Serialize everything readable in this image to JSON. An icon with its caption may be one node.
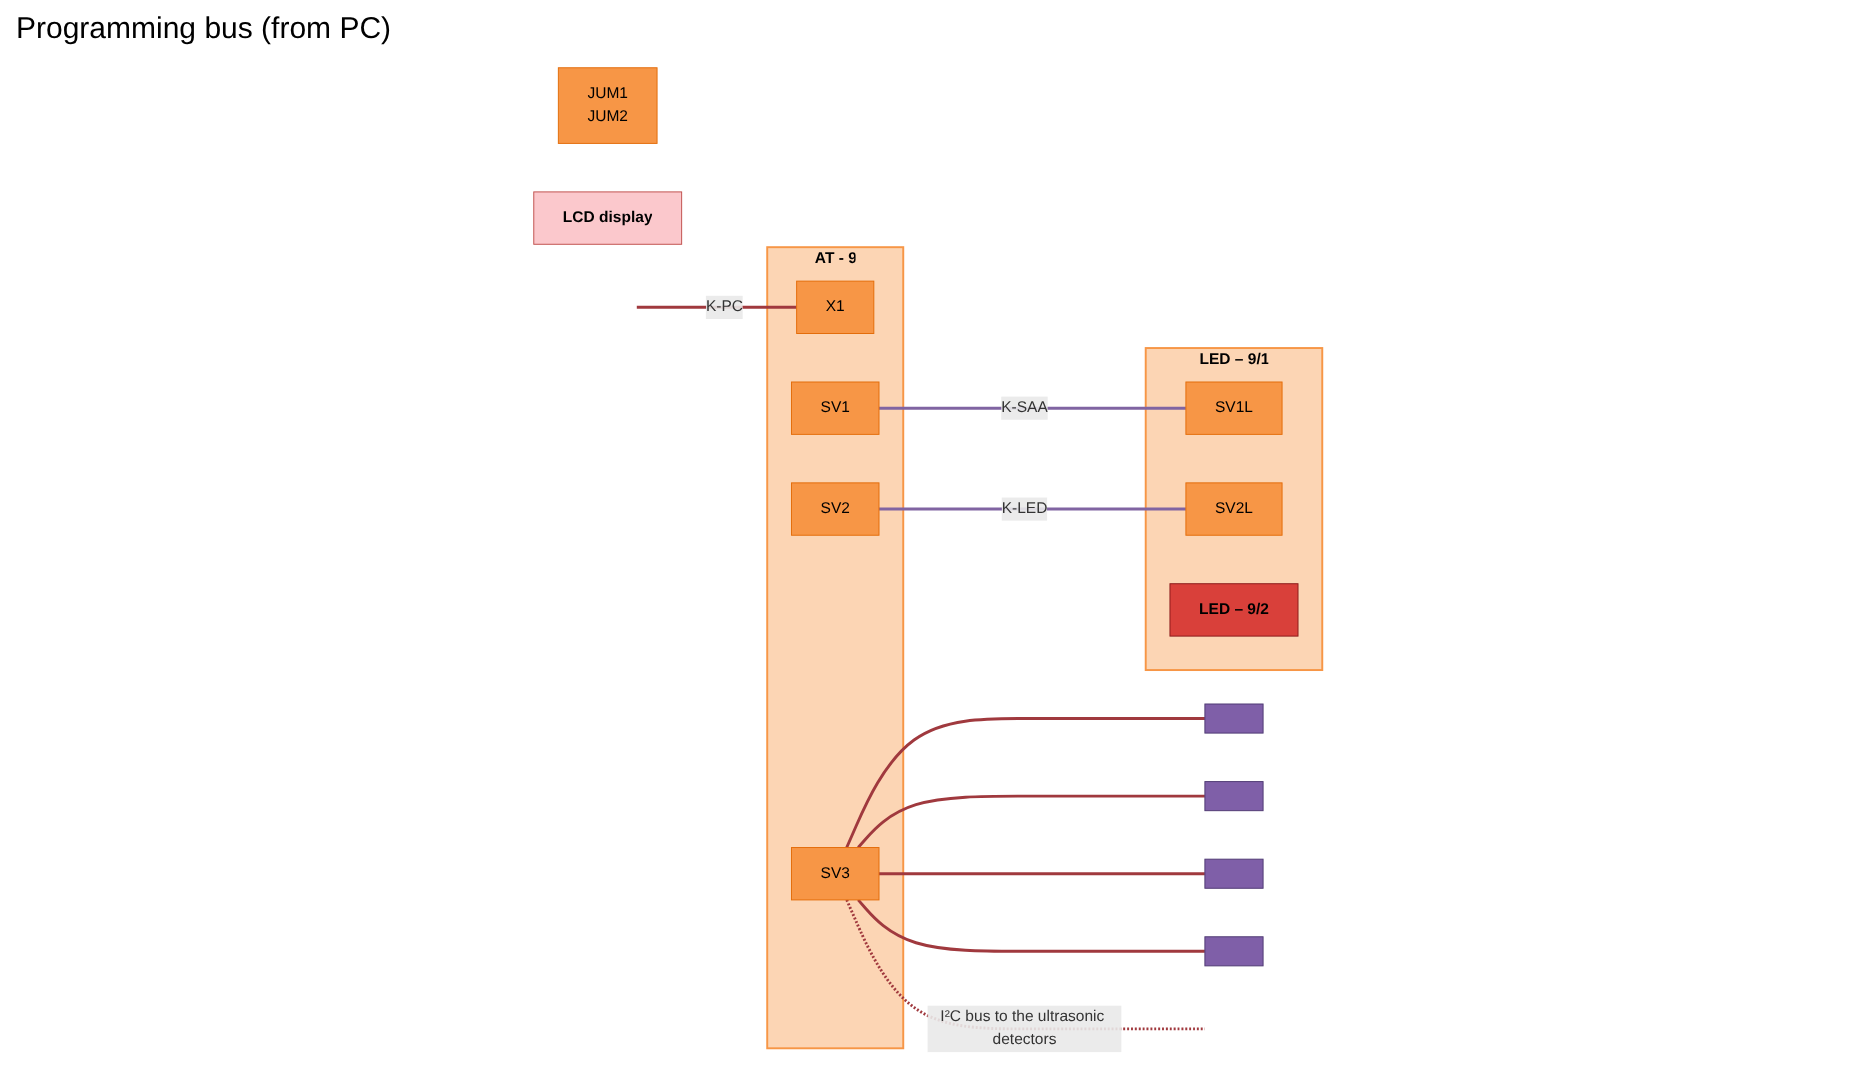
{
  "diagram": {
    "nodes": [
      {
        "text": [
          "AT - 9"
        ]
      },
      {
        "text": [
          "X1"
        ],
        "in": 0
      },
      {
        "text": [
          "SV1"
        ],
        "in": 0
      },
      {
        "text": [
          "SV2"
        ],
        "in": 0
      },
      {
        "text": [
          "SV3"
        ],
        "in": 0
      },
      {
        "text": [
          "LED – 9/1"
        ]
      },
      {
        "text": [
          "SV1L"
        ],
        "in": 5
      },
      {
        "text": [
          "SV2L"
        ],
        "in": 5
      },
      {
        "text": [
          "LED – 9/2"
        ],
        "in": 5
      },
      {
        "text": [
          "JUM1",
          "JUM2"
        ]
      },
      {
        "text": [
          "LCD display"
        ]
      },
      {
        "text": [],
        "shape": "box"
      },
      {
        "text": [],
        "shape": "box"
      },
      {
        "text": [],
        "shape": "box"
      },
      {
        "text": [],
        "shape": "box"
      }
    ],
    "edges": [
      {
        "from": null,
        "to": 1,
        "arrow": "none",
        "label": "K-PC"
      },
      {
        "from": 2,
        "to": 6,
        "arrow": "none",
        "label": "K-SAA",
        "color": "#8064a2"
      },
      {
        "from": 3,
        "to": 7,
        "arrow": "none",
        "label": "K-LED",
        "color": "#8064a2"
      },
      {
        "from": 4,
        "to": null,
        "arrow": "none",
        "label": "I²C bus to the ultrasonic detectors",
        "style": "dashed"
      },
      {
        "from": 4,
        "to": 11,
        "arrow": "none"
      },
      {
        "from": 4,
        "to": 12,
        "arrow": "none"
      },
      {
        "from": 4,
        "to": 13,
        "arrow": "none"
      },
      {
        "from": 4,
        "to": 14,
        "arrow": "none"
      }
    ],
    "labels": [
      "Programming bus (from PC)"
    ]
  }
}
